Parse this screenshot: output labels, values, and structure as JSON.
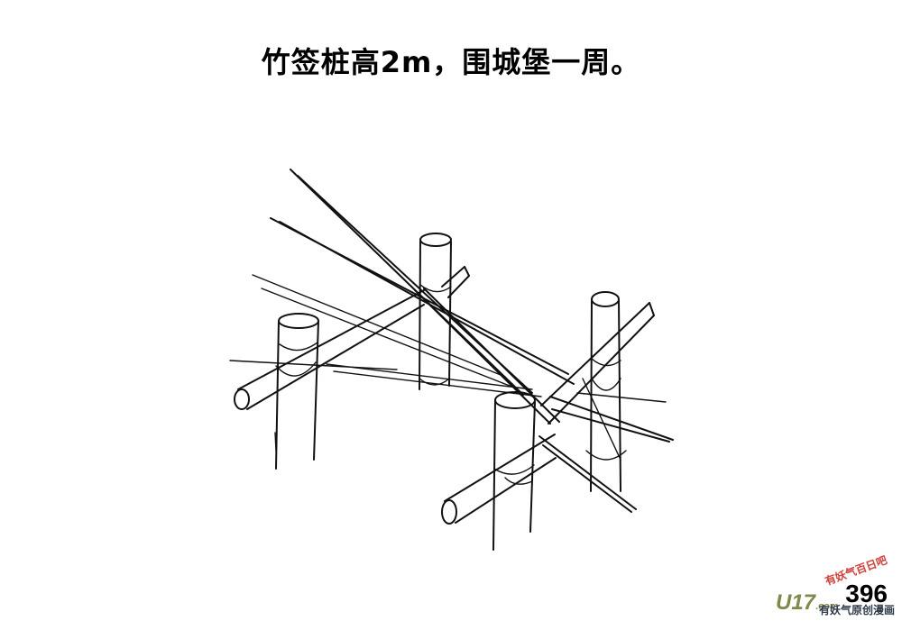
{
  "caption": "竹签桩高2m，围城堡一周。",
  "page_number": "396",
  "watermark": {
    "logo": "U17",
    "logo_suffix": ".com",
    "tagline": "有妖气原创漫画",
    "stamp": "有妖气百日吧"
  },
  "illustration": {
    "subject": "sketch-bamboo-stake-fence",
    "line_color": "#111111",
    "background": "#ffffff"
  }
}
